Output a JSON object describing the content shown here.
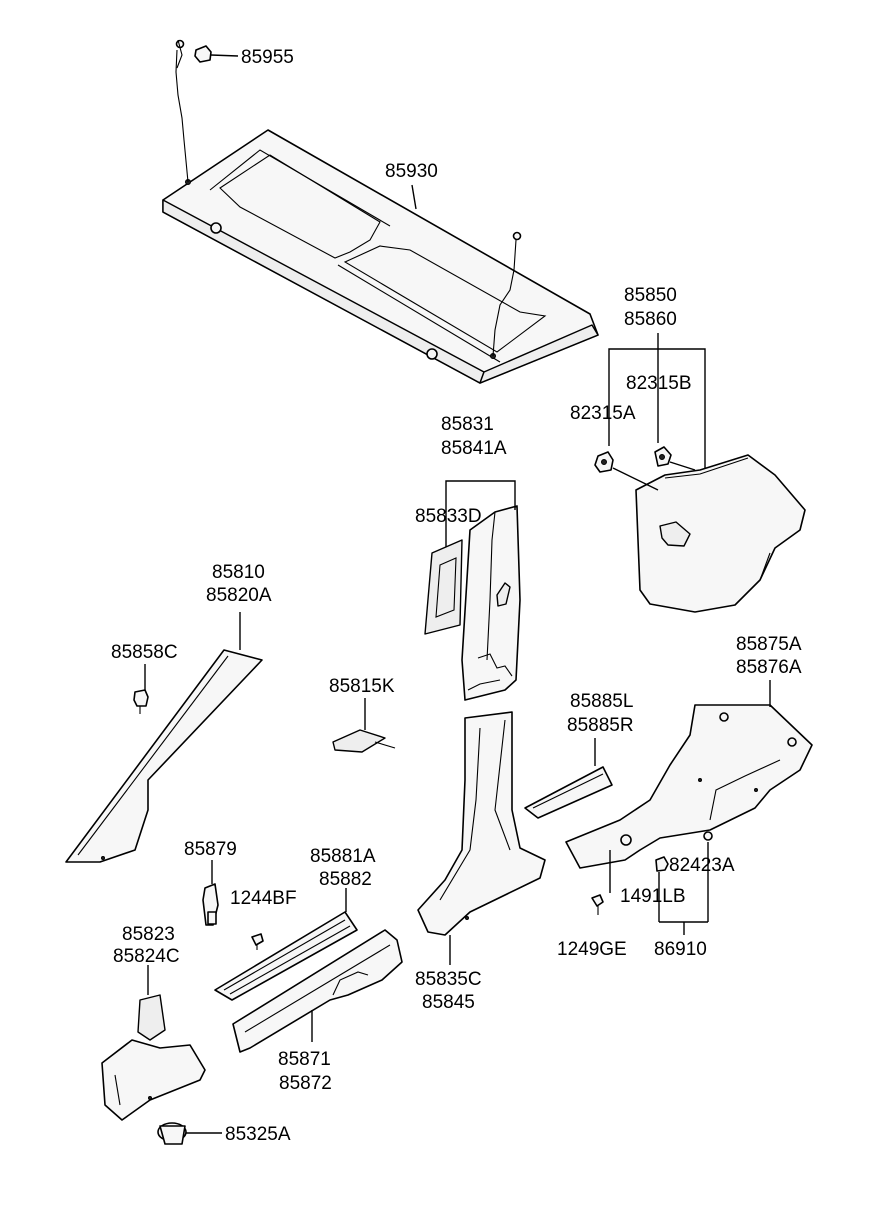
{
  "labels": {
    "p85955": "85955",
    "p85930": "85930",
    "p85850": "85850",
    "p85860": "85860",
    "p82315B": "82315B",
    "p82315A": "82315A",
    "p85831": "85831",
    "p85841A": "85841A",
    "p85833D": "85833D",
    "p85810": "85810",
    "p85820A": "85820A",
    "p85858C": "85858C",
    "p85815K": "85815K",
    "p85875A": "85875A",
    "p85876A": "85876A",
    "p85885L": "85885L",
    "p85885R": "85885R",
    "p85879": "85879",
    "p1244BF": "1244BF",
    "p85881A": "85881A",
    "p85882": "85882",
    "p82423A": "82423A",
    "p1491LB": "1491LB",
    "p85823": "85823",
    "p85824C": "85824C",
    "p85835C": "85835C",
    "p85845": "85845",
    "p1249GE": "1249GE",
    "p86910": "86910",
    "p85871": "85871",
    "p85872": "85872",
    "p85325A": "85325A"
  }
}
